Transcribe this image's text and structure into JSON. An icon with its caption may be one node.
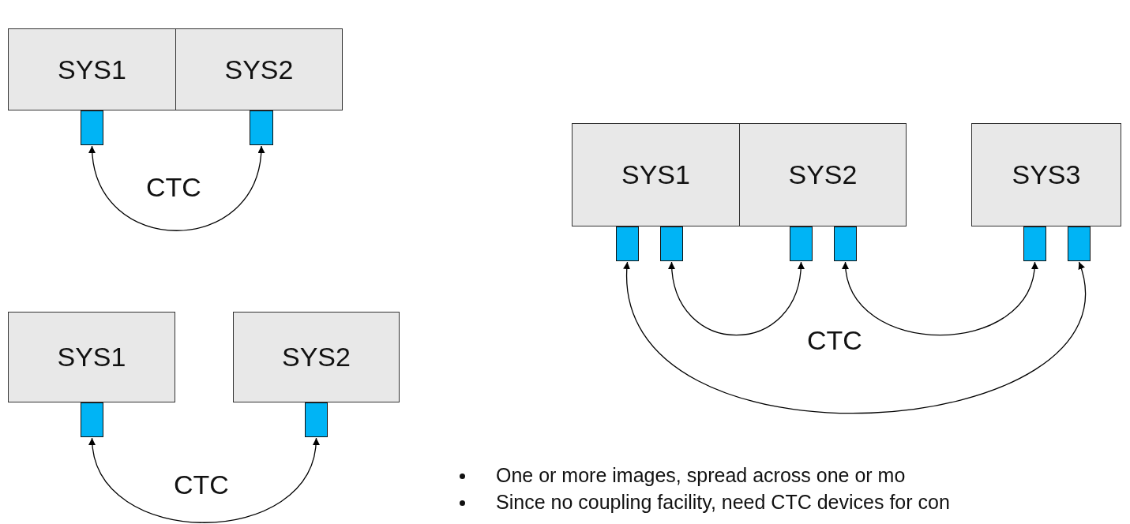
{
  "diagram": {
    "nodes": [
      {
        "text": [
          "SYS1"
        ]
      },
      {
        "text": [
          "SYS2"
        ]
      },
      {
        "text": [],
        "shape": "box"
      },
      {
        "text": [],
        "shape": "box"
      },
      {
        "text": [
          "SYS1"
        ]
      },
      {
        "text": [
          "SYS2"
        ]
      },
      {
        "text": [],
        "shape": "box"
      },
      {
        "text": [],
        "shape": "box"
      },
      {
        "text": [
          "SYS1"
        ]
      },
      {
        "text": [
          "SYS2"
        ]
      },
      {
        "text": [
          "SYS3"
        ]
      },
      {
        "text": [],
        "shape": "box"
      },
      {
        "text": [],
        "shape": "box"
      },
      {
        "text": [],
        "shape": "box"
      },
      {
        "text": [],
        "shape": "box"
      },
      {
        "text": [],
        "shape": "box"
      },
      {
        "text": [],
        "shape": "box"
      }
    ],
    "edges": [
      {
        "from": 2,
        "to": 3,
        "arrow": "both",
        "label": "CTC"
      },
      {
        "from": 6,
        "to": 7,
        "arrow": "both",
        "label": "CTC"
      },
      {
        "from": 12,
        "to": 13,
        "arrow": "both"
      },
      {
        "from": 14,
        "to": 15,
        "arrow": "both"
      },
      {
        "from": 11,
        "to": 16,
        "arrow": "both"
      }
    ],
    "labels": [
      "CTC",
      "One or more images, spread across one or mo",
      "Since no coupling facility, need CTC devices for con"
    ]
  }
}
